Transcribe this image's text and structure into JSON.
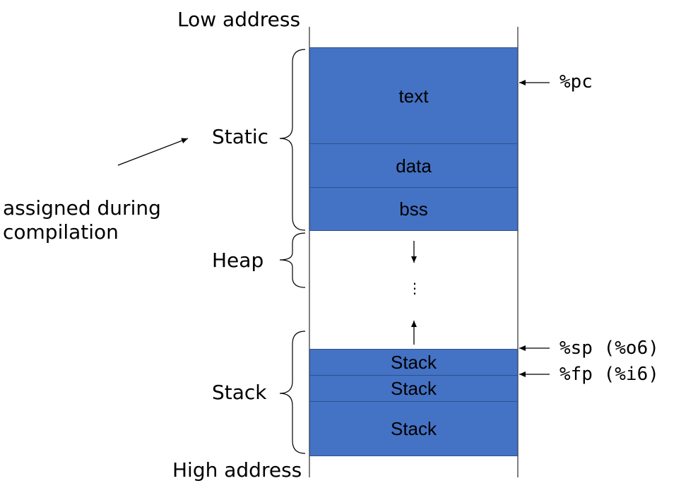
{
  "diagram": {
    "low_address": "Low address",
    "high_address": "High address",
    "groups": {
      "static": "Static",
      "heap": "Heap",
      "stack": "Stack"
    },
    "annotation": [
      "assigned during",
      "compilation"
    ],
    "segments": {
      "text": "text",
      "data": "data",
      "bss": "bss",
      "stack1": "Stack",
      "stack2": "Stack",
      "stack3": "Stack"
    },
    "heap_dots": "⋮",
    "registers": {
      "pc": "%pc",
      "sp": "%sp (%o6)",
      "fp": "%fp (%i6)"
    },
    "colors": {
      "segment_fill": "#4472c4",
      "segment_border": "#2f528f"
    }
  }
}
